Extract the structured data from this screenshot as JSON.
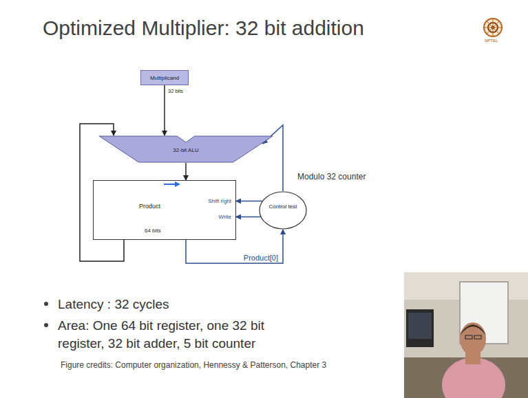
{
  "diagram": {
    "title": "Optimized Multiplier: 32 bit addition",
    "caption": "Figure credits: Computer organization, Hennessy & Patterson, Chapter 3",
    "nodes": [
      {
        "text": [
          "Multiplicand"
        ]
      },
      {
        "text": [
          "32-bit ALU"
        ]
      },
      {
        "text": [
          "Product",
          "Shift right",
          "Write"
        ]
      },
      {
        "text": [
          "Control test"
        ]
      }
    ],
    "edges": [
      {
        "from": 0,
        "to": 1,
        "arrow": "to",
        "label": "32 bits"
      },
      {
        "from": 1,
        "to": 2,
        "arrow": "to"
      },
      {
        "from": 2,
        "to": 1,
        "arrow": "to"
      },
      {
        "from": 2,
        "to": 3,
        "arrow": "to",
        "label": "Product[0]"
      },
      {
        "from": 3,
        "to": 2,
        "arrow": "to"
      },
      {
        "from": 3,
        "to": 2,
        "arrow": "to"
      },
      {
        "from": 3,
        "to": 1,
        "arrow": "to"
      }
    ],
    "labels": [
      "64 bits",
      "Modulo 32 counter",
      "Latency : 32 cycles",
      "Area: One 64 bit register, one 32 bit register, 32 bit adder, 5 bit counter",
      "NPTEL"
    ]
  }
}
